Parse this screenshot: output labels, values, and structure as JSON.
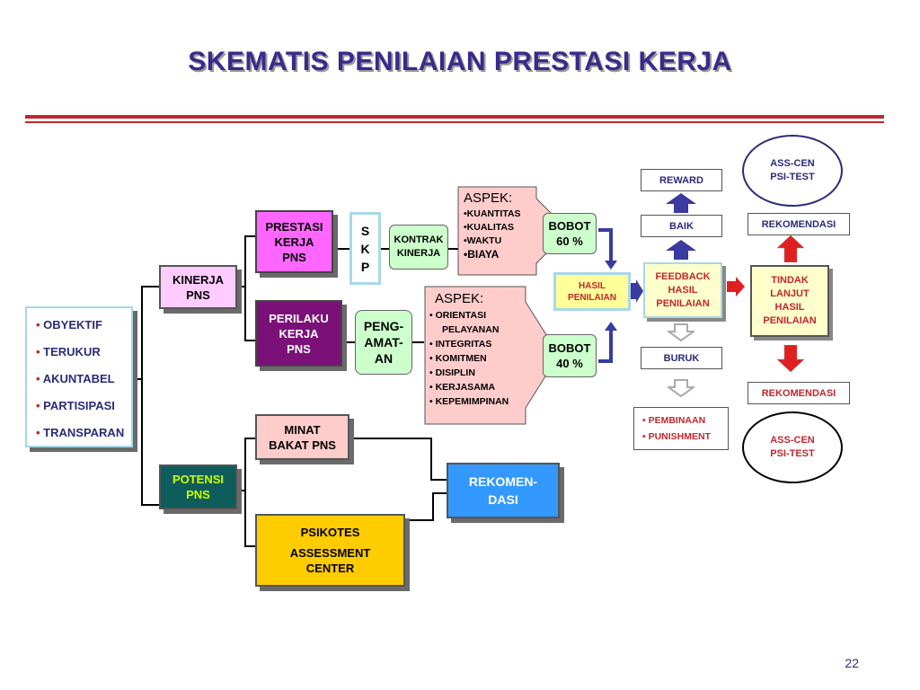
{
  "title": "SKEMATIS PENILAIAN  PRESTASI KERJA",
  "criteria": [
    "OBYEKTIF",
    "TERUKUR",
    "AKUNTABEL",
    "PARTISIPASI",
    "TRANSPARAN"
  ],
  "kinerja": "KINERJA PNS",
  "potensi": "POTENSI PNS",
  "prestasi": "PRESTASI KERJA PNS",
  "perilaku": "PERILAKU KERJA PNS",
  "skp": [
    "S",
    "K",
    "P"
  ],
  "kontrak": "KONTRAK KINERJA",
  "pengamatan": "PENG- AMAT- AN",
  "aspek1": {
    "title": "ASPEK:",
    "items": [
      "•KUANTITAS",
      "•KUALITAS",
      "•WAKTU",
      "•BIAYA"
    ]
  },
  "aspek2": {
    "title": "ASPEK:",
    "items": [
      "• ORIENTASI",
      "PELAYANAN",
      "• INTEGRITAS",
      "• KOMITMEN",
      "• DISIPLIN",
      "• KERJASAMA",
      "• KEPEMIMPINAN"
    ]
  },
  "bobot1": "BOBOT 60 %",
  "bobot2": "BOBOT 40 %",
  "hasil": "HASIL PENILAIAN",
  "feedback": "FEEDBACK HASIL PENILAIAN",
  "reward": "REWARD",
  "baik": "BAIK",
  "buruk": "BURUK",
  "pembinaan": [
    "• PEMBINAAN",
    "• PUNISHMENT"
  ],
  "tindak": "TINDAK LANJUT HASIL PENILAIAN",
  "rekom_top": "REKOMENDASI",
  "rekom_bottom": "REKOMENDASI",
  "asscen_top": "ASS-CEN PSI-TEST",
  "asscen_bottom": "ASS-CEN PSI-TEST",
  "minat": "MINAT BAKAT PNS",
  "psikotes": [
    "PSIKOTES",
    "ASSESSMENT CENTER"
  ],
  "rekomen_dasi": "REKOMEN- DASI",
  "page_number": "22",
  "colors": {
    "title": "#3a2a8a",
    "accent_red": "#c1272d",
    "magenta": "#ff66ff",
    "purple": "#7b1178",
    "pink": "#ffcccc",
    "teal": "#0f5c5c",
    "yellow": "#ffcc00",
    "blue": "#3399ff",
    "light_yellow": "#ffffcc",
    "navy": "#2b2a7a"
  }
}
